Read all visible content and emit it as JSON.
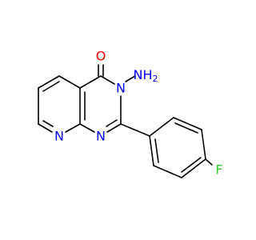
{
  "molecule": {
    "atoms": [
      {
        "id": "O",
        "label": "O",
        "color": "#ff0000"
      },
      {
        "id": "N3",
        "label": "N",
        "color": "#0000ff"
      },
      {
        "id": "NH2",
        "label": "NH",
        "sub": "2",
        "color": "#0000ff"
      },
      {
        "id": "N1",
        "label": "N",
        "color": "#0000ff"
      },
      {
        "id": "N8",
        "label": "N",
        "color": "#0000ff"
      },
      {
        "id": "F",
        "label": "F",
        "color": "#32cd32"
      }
    ]
  }
}
